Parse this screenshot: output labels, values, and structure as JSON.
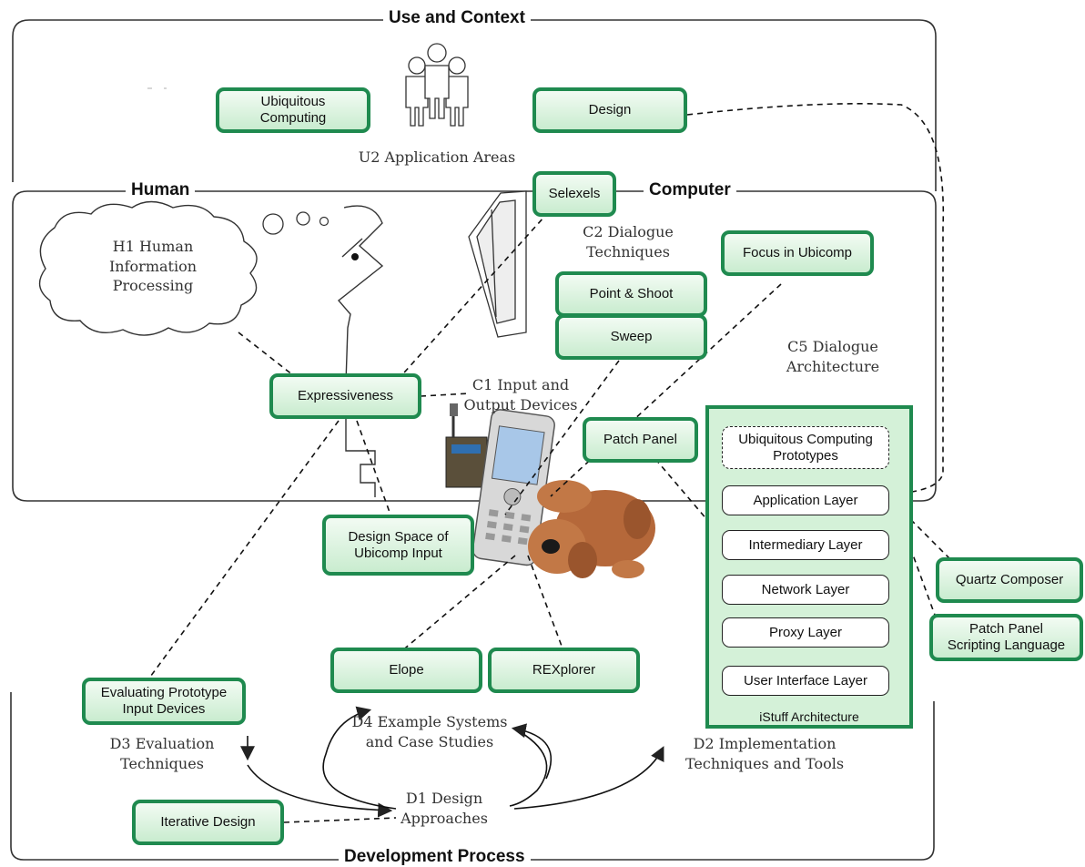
{
  "sections": {
    "use_context": "Use and Context",
    "human": "Human",
    "computer": "Computer",
    "development": "Development Process"
  },
  "areas": {
    "u2": "U2 Application Areas",
    "h1": "H1 Human\nInformation\nProcessing",
    "c2": "C2 Dialogue\nTechniques",
    "c1": "C1 Input and\nOutput Devices",
    "c5": "C5 Dialogue\nArchitecture",
    "d4": "D4 Example Systems\nand Case Studies",
    "d3": "D3 Evaluation\nTechniques",
    "d2": "D2 Implementation\nTechniques and Tools",
    "d1": "D1 Design\nApproaches"
  },
  "boxes": {
    "ubiquitous_computing": "Ubiquitous\nComputing",
    "design": "Design",
    "selexels": "Selexels",
    "focus_ubicomp": "Focus in Ubicomp",
    "point_shoot": "Point & Shoot",
    "sweep": "Sweep",
    "expressiveness": "Expressiveness",
    "patch_panel": "Patch Panel",
    "design_space": "Design Space of\nUbicomp Input",
    "elope": "Elope",
    "rexplorer": "REXplorer",
    "evaluating_prototype": "Evaluating Prototype\nInput Devices",
    "iterative_design": "Iterative Design",
    "quartz_composer": "Quartz Composer",
    "patch_panel_scripting": "Patch Panel\nScripting Language"
  },
  "architecture": {
    "title": "iStuff Architecture",
    "layers": [
      "Ubiquitous Computing\nPrototypes",
      "Application Layer",
      "Intermediary Layer",
      "Network Layer",
      "Proxy Layer",
      "User Interface Layer"
    ]
  },
  "colors": {
    "box_border": "#1f8a4f",
    "box_fill_top": "#f2fbf3",
    "box_fill_bottom": "#c9eccf",
    "arch_fill": "#d4f1d8"
  }
}
